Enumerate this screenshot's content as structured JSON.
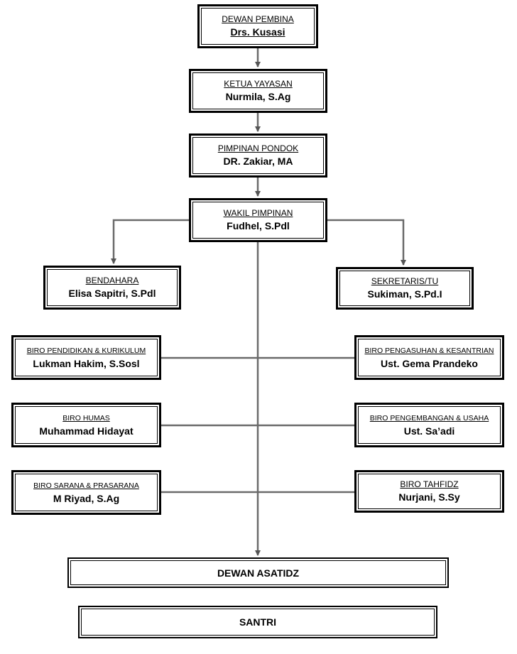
{
  "dewan_pembina": {
    "role": "DEWAN PEMBINA",
    "name": "Drs. Kusasi"
  },
  "ketua_yayasan": {
    "role": "KETUA YAYASAN",
    "name": "Nurmila, S.Ag"
  },
  "pimpinan_pondok": {
    "role": "PIMPINAN PONDOK",
    "name": "DR. Zakiar, MA"
  },
  "wakil_pimpinan": {
    "role": "WAKIL PIMPINAN",
    "name": "Fudhel, S.Pdl"
  },
  "bendahara": {
    "role": "BENDAHARA",
    "name": "Elisa Sapitri, S.Pdl"
  },
  "sekretaris": {
    "role": "SEKRETARIS/TU",
    "name": "Sukiman, S.Pd.I"
  },
  "biro_pendidikan": {
    "role": "BIRO PENDIDIKAN & KURIKULUM",
    "name": "Lukman Hakim, S.Sosl"
  },
  "biro_pengasuhan": {
    "role": "BIRO PENGASUHAN & KESANTRIAN",
    "name": "Ust. Gema Prandeko"
  },
  "biro_humas": {
    "role": "BIRO HUMAS",
    "name": "Muhammad Hidayat"
  },
  "biro_pengembangan": {
    "role": "BIRO PENGEMBANGAN & USAHA",
    "name": "Ust. Sa’adi"
  },
  "biro_sarana": {
    "role": "BIRO SARANA & PRASARANA",
    "name": "M Riyad, S.Ag"
  },
  "biro_tahfidz": {
    "role": "BIRO TAHFIDZ",
    "name": "Nurjani, S.Sy"
  },
  "dewan_asatidz": {
    "label": "DEWAN ASATIDZ"
  },
  "santri": {
    "label": "SANTRI"
  }
}
